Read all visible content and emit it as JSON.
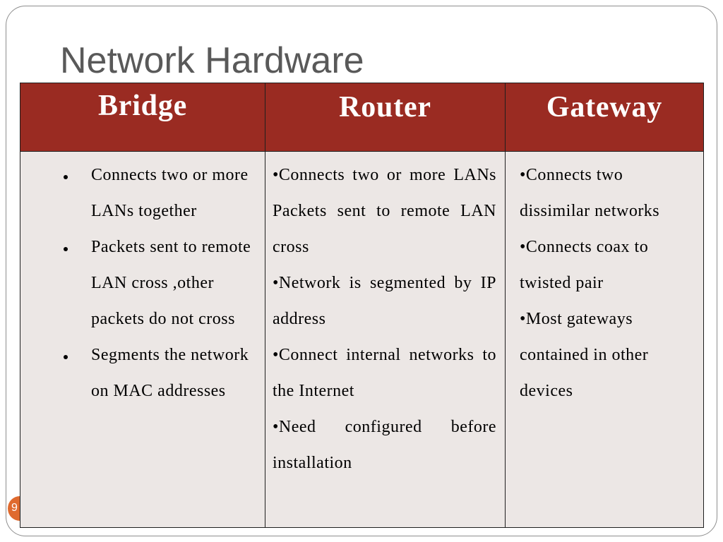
{
  "slide": {
    "title": "Network Hardware",
    "page_number": "9"
  },
  "table": {
    "columns": [
      {
        "header": "Bridge",
        "items": [
          "Connects two or more LANs together",
          "Packets sent to remote LAN cross ,other packets do not cross",
          "Segments the network on MAC addresses"
        ]
      },
      {
        "header": "Router",
        "items": [
          "•Connects two or more LANs Packets sent to remote LAN cross",
          "•Network is segmented by IP address",
          "•Connect internal networks to the Internet",
          "•Need configured before installation"
        ]
      },
      {
        "header": "Gateway",
        "items": [
          "•Connects two dissimilar networks",
          "•Connects coax to twisted pair",
          "•Most gateways contained in other devices"
        ]
      }
    ]
  },
  "colors": {
    "header_bg": "#9a2b22",
    "body_bg": "#ece7e5",
    "title": "#595959",
    "page_badge": "#df6a2e",
    "rule": "#1f1f1f",
    "frame": "#8e8e8e"
  }
}
